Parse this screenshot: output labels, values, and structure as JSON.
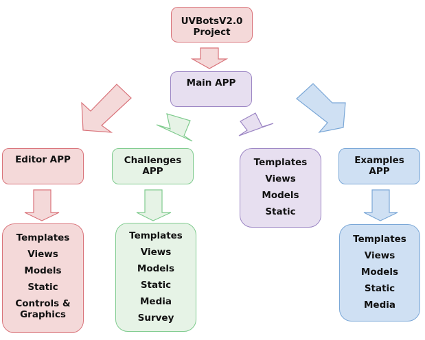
{
  "nodes": {
    "project": {
      "label": "UVBotsV2.0 Project"
    },
    "main": {
      "label": "Main APP"
    },
    "editor": {
      "label": "Editor APP",
      "items": [
        "Templates",
        "Views",
        "Models",
        "Static",
        "Controls &",
        "Graphics"
      ]
    },
    "challenges": {
      "label": "Challenges APP",
      "items": [
        "Templates",
        "Views",
        "Models",
        "Static",
        "Media",
        "Survey"
      ]
    },
    "main_contents": {
      "items": [
        "Templates",
        "Views",
        "Models",
        "Static"
      ]
    },
    "examples": {
      "label": "Examples APP",
      "items": [
        "Templates",
        "Views",
        "Models",
        "Static",
        "Media"
      ]
    }
  },
  "colors": {
    "red_fill": "#f4d9d9",
    "red_stroke": "#d9737a",
    "purple_fill": "#e7dff0",
    "purple_stroke": "#9c86c4",
    "green_fill": "#e6f3e6",
    "green_stroke": "#7fcb8e",
    "blue_fill": "#cfe0f3",
    "blue_stroke": "#7aa7d7"
  },
  "edges": [
    {
      "from": "project",
      "to": "main"
    },
    {
      "from": "main",
      "to": "editor"
    },
    {
      "from": "main",
      "to": "challenges"
    },
    {
      "from": "main",
      "to": "main_contents"
    },
    {
      "from": "main",
      "to": "examples"
    },
    {
      "from": "editor",
      "to": "editor_contents"
    },
    {
      "from": "challenges",
      "to": "challenges_contents"
    },
    {
      "from": "examples",
      "to": "examples_contents"
    }
  ]
}
